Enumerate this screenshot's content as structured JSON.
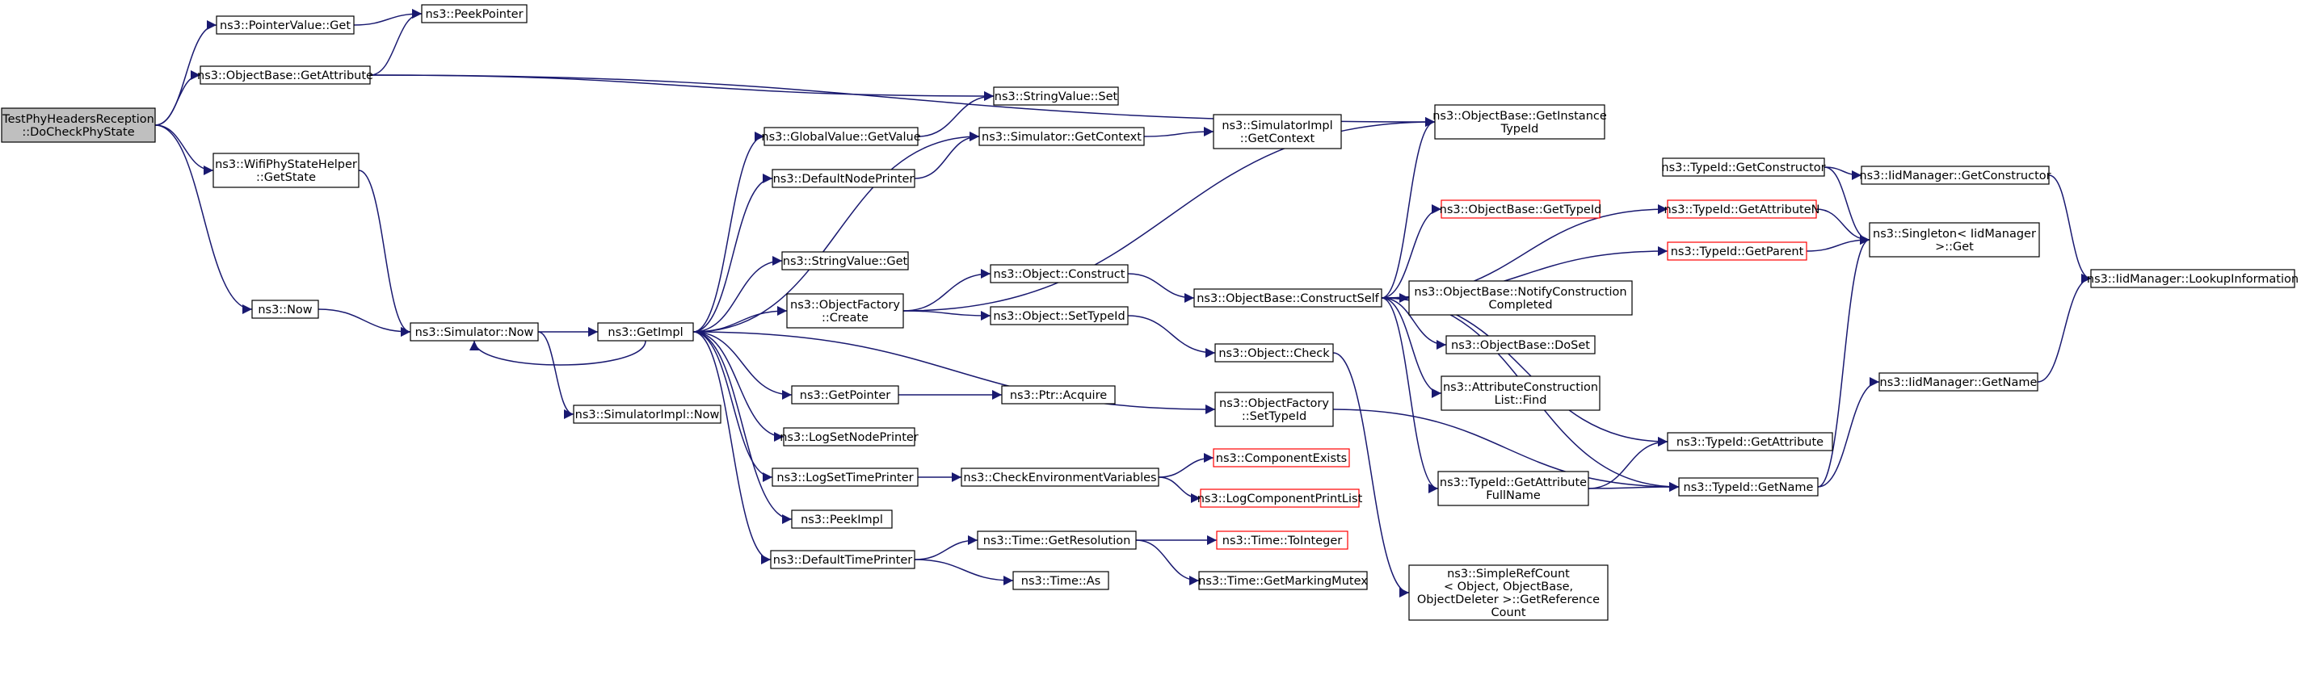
{
  "graph": {
    "colors": {
      "edge": "#191970",
      "root_fill": "#bfbfbf",
      "node_border": "#000000",
      "incomplete_border": "#ff0000",
      "background": "#ffffff"
    },
    "nodes": [
      {
        "id": "root",
        "lines": [
          "TestPhyHeadersReception",
          "::DoCheckPhyState"
        ],
        "style": "root"
      },
      {
        "id": "pv_get",
        "lines": [
          "ns3::PointerValue::Get"
        ]
      },
      {
        "id": "peekpointer",
        "lines": [
          "ns3::PeekPointer"
        ]
      },
      {
        "id": "ob_getattr",
        "lines": [
          "ns3::ObjectBase::GetAttribute"
        ]
      },
      {
        "id": "wifi_getstate",
        "lines": [
          "ns3::WifiPhyStateHelper",
          "::GetState"
        ]
      },
      {
        "id": "now",
        "lines": [
          "ns3::Now"
        ]
      },
      {
        "id": "sim_now",
        "lines": [
          "ns3::Simulator::Now"
        ]
      },
      {
        "id": "simimpl_now",
        "lines": [
          "ns3::SimulatorImpl::Now"
        ]
      },
      {
        "id": "getimpl",
        "lines": [
          "ns3::GetImpl"
        ]
      },
      {
        "id": "gv_getvalue",
        "lines": [
          "ns3::GlobalValue::GetValue"
        ]
      },
      {
        "id": "stringvalue_set",
        "lines": [
          "ns3::StringValue::Set"
        ]
      },
      {
        "id": "defaultnodeprinter",
        "lines": [
          "ns3::DefaultNodePrinter"
        ]
      },
      {
        "id": "sim_getcontext",
        "lines": [
          "ns3::Simulator::GetContext"
        ]
      },
      {
        "id": "simimpl_getcontext",
        "lines": [
          "ns3::SimulatorImpl",
          "::GetContext"
        ]
      },
      {
        "id": "stringvalue_get",
        "lines": [
          "ns3::StringValue::Get"
        ]
      },
      {
        "id": "of_create",
        "lines": [
          "ns3::ObjectFactory",
          "::Create"
        ]
      },
      {
        "id": "obj_construct",
        "lines": [
          "ns3::Object::Construct"
        ]
      },
      {
        "id": "obj_settypeid",
        "lines": [
          "ns3::Object::SetTypeId"
        ]
      },
      {
        "id": "ob_constructself",
        "lines": [
          "ns3::ObjectBase::ConstructSelf"
        ]
      },
      {
        "id": "obj_check",
        "lines": [
          "ns3::Object::Check"
        ]
      },
      {
        "id": "of_settypeid",
        "lines": [
          "ns3::ObjectFactory",
          "::SetTypeId"
        ]
      },
      {
        "id": "getpointer",
        "lines": [
          "ns3::GetPointer"
        ]
      },
      {
        "id": "ptr_acquire",
        "lines": [
          "ns3::Ptr::Acquire"
        ]
      },
      {
        "id": "logsetnodeprinter",
        "lines": [
          "ns3::LogSetNodePrinter"
        ]
      },
      {
        "id": "logsettimeprinter",
        "lines": [
          "ns3::LogSetTimePrinter"
        ]
      },
      {
        "id": "checkenv",
        "lines": [
          "ns3::CheckEnvironmentVariables"
        ]
      },
      {
        "id": "componentexists",
        "lines": [
          "ns3::ComponentExists"
        ],
        "style": "red"
      },
      {
        "id": "logcomponentprintlist",
        "lines": [
          "ns3::LogComponentPrintList"
        ],
        "style": "red"
      },
      {
        "id": "peekimpl",
        "lines": [
          "ns3::PeekImpl"
        ]
      },
      {
        "id": "defaulttimeprinter",
        "lines": [
          "ns3::DefaultTimePrinter"
        ]
      },
      {
        "id": "time_getresolution",
        "lines": [
          "ns3::Time::GetResolution"
        ]
      },
      {
        "id": "time_tointeger",
        "lines": [
          "ns3::Time::ToInteger"
        ],
        "style": "red"
      },
      {
        "id": "time_getmarkingmutex",
        "lines": [
          "ns3::Time::GetMarkingMutex"
        ]
      },
      {
        "id": "time_as",
        "lines": [
          "ns3::Time::As"
        ]
      },
      {
        "id": "ob_getinstancetypeid",
        "lines": [
          "ns3::ObjectBase::GetInstance",
          "TypeId"
        ]
      },
      {
        "id": "ob_gettypeid",
        "lines": [
          "ns3::ObjectBase::GetTypeId"
        ],
        "style": "red"
      },
      {
        "id": "ob_notifyconstruction",
        "lines": [
          "ns3::ObjectBase::NotifyConstruction",
          "Completed"
        ]
      },
      {
        "id": "ob_doset",
        "lines": [
          "ns3::ObjectBase::DoSet"
        ]
      },
      {
        "id": "attrconstructionlist_find",
        "lines": [
          "ns3::AttributeConstruction",
          "List::Find"
        ]
      },
      {
        "id": "typeid_getattributefullname",
        "lines": [
          "ns3::TypeId::GetAttribute",
          "FullName"
        ]
      },
      {
        "id": "simplerefcount",
        "lines": [
          "ns3::SimpleRefCount",
          "< Object, ObjectBase,",
          "ObjectDeleter >::GetReference",
          "Count"
        ]
      },
      {
        "id": "typeid_getconstructor",
        "lines": [
          "ns3::TypeId::GetConstructor"
        ]
      },
      {
        "id": "typeid_getattributen",
        "lines": [
          "ns3::TypeId::GetAttributeN"
        ],
        "style": "red"
      },
      {
        "id": "typeid_getparent",
        "lines": [
          "ns3::TypeId::GetParent"
        ],
        "style": "red"
      },
      {
        "id": "typeid_getattribute",
        "lines": [
          "ns3::TypeId::GetAttribute"
        ]
      },
      {
        "id": "typeid_getname",
        "lines": [
          "ns3::TypeId::GetName"
        ]
      },
      {
        "id": "iid_getconstructor",
        "lines": [
          "ns3::IidManager::GetConstructor"
        ]
      },
      {
        "id": "singleton_get",
        "lines": [
          "ns3::Singleton< IidManager",
          ">::Get"
        ]
      },
      {
        "id": "iid_lookupinformation",
        "lines": [
          "ns3::IidManager::LookupInformation"
        ]
      },
      {
        "id": "iid_getname",
        "lines": [
          "ns3::IidManager::GetName"
        ]
      }
    ],
    "edges": [
      [
        "root",
        "pv_get"
      ],
      [
        "root",
        "ob_getattr"
      ],
      [
        "root",
        "wifi_getstate"
      ],
      [
        "root",
        "now"
      ],
      [
        "pv_get",
        "peekpointer"
      ],
      [
        "ob_getattr",
        "peekpointer"
      ],
      [
        "ob_getattr",
        "stringvalue_set"
      ],
      [
        "ob_getattr",
        "ob_getinstancetypeid"
      ],
      [
        "wifi_getstate",
        "sim_now"
      ],
      [
        "now",
        "sim_now"
      ],
      [
        "sim_now",
        "getimpl"
      ],
      [
        "sim_now",
        "simimpl_now"
      ],
      [
        "getimpl",
        "gv_getvalue"
      ],
      [
        "getimpl",
        "defaultnodeprinter"
      ],
      [
        "getimpl",
        "sim_getcontext"
      ],
      [
        "getimpl",
        "stringvalue_get"
      ],
      [
        "getimpl",
        "of_create"
      ],
      [
        "getimpl",
        "of_settypeid"
      ],
      [
        "getimpl",
        "getpointer"
      ],
      [
        "getimpl",
        "logsetnodeprinter"
      ],
      [
        "getimpl",
        "logsettimeprinter"
      ],
      [
        "getimpl",
        "peekimpl"
      ],
      [
        "getimpl",
        "defaulttimeprinter"
      ],
      [
        "getimpl",
        "sim_now"
      ],
      [
        "gv_getvalue",
        "stringvalue_set"
      ],
      [
        "defaultnodeprinter",
        "sim_getcontext"
      ],
      [
        "sim_getcontext",
        "simimpl_getcontext"
      ],
      [
        "of_create",
        "obj_construct"
      ],
      [
        "of_create",
        "obj_settypeid"
      ],
      [
        "of_create",
        "ob_getinstancetypeid"
      ],
      [
        "obj_construct",
        "ob_constructself"
      ],
      [
        "obj_settypeid",
        "obj_check"
      ],
      [
        "obj_check",
        "simplerefcount"
      ],
      [
        "of_settypeid",
        "typeid_getname"
      ],
      [
        "getpointer",
        "ptr_acquire"
      ],
      [
        "logsettimeprinter",
        "checkenv"
      ],
      [
        "checkenv",
        "componentexists"
      ],
      [
        "checkenv",
        "logcomponentprintlist"
      ],
      [
        "defaulttimeprinter",
        "time_getresolution"
      ],
      [
        "defaulttimeprinter",
        "time_as"
      ],
      [
        "time_getresolution",
        "time_tointeger"
      ],
      [
        "time_getresolution",
        "time_getmarkingmutex"
      ],
      [
        "ob_constructself",
        "ob_getinstancetypeid"
      ],
      [
        "ob_constructself",
        "ob_gettypeid"
      ],
      [
        "ob_constructself",
        "typeid_getattributen"
      ],
      [
        "ob_constructself",
        "typeid_getparent"
      ],
      [
        "ob_constructself",
        "ob_notifyconstruction"
      ],
      [
        "ob_constructself",
        "ob_doset"
      ],
      [
        "ob_constructself",
        "attrconstructionlist_find"
      ],
      [
        "ob_constructself",
        "typeid_getattribute"
      ],
      [
        "ob_constructself",
        "typeid_getattributefullname"
      ],
      [
        "ob_constructself",
        "typeid_getname"
      ],
      [
        "typeid_getattributefullname",
        "typeid_getattribute"
      ],
      [
        "typeid_getattributefullname",
        "typeid_getname"
      ],
      [
        "typeid_getconstructor",
        "iid_getconstructor"
      ],
      [
        "typeid_getconstructor",
        "singleton_get"
      ],
      [
        "typeid_getattributen",
        "singleton_get"
      ],
      [
        "typeid_getparent",
        "singleton_get"
      ],
      [
        "typeid_getname",
        "singleton_get"
      ],
      [
        "typeid_getname",
        "iid_getname"
      ],
      [
        "iid_getconstructor",
        "iid_lookupinformation"
      ],
      [
        "iid_getname",
        "iid_lookupinformation"
      ]
    ]
  }
}
